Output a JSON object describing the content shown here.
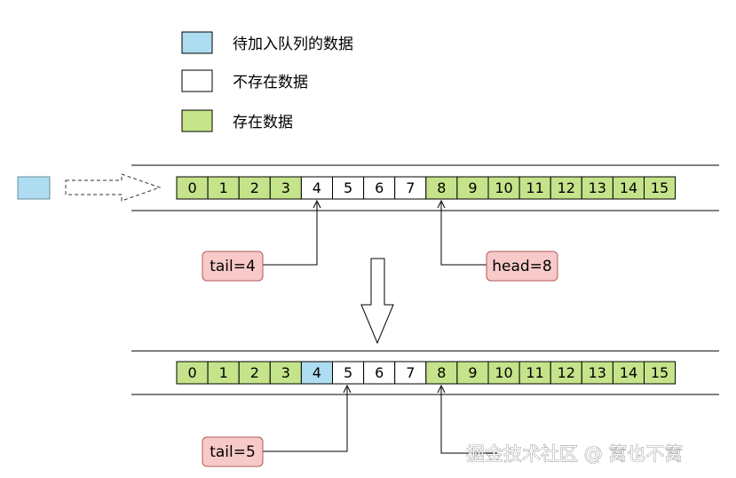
{
  "colors": {
    "pending": "#aedcf0",
    "empty": "#ffffff",
    "occupied": "#c5e38a",
    "pointer_fill": "#f8c9c9",
    "pointer_stroke": "#b05a5a"
  },
  "legend": [
    {
      "color": "pending",
      "label": "待加入队列的数据"
    },
    {
      "color": "empty",
      "label": "不存在数据"
    },
    {
      "color": "occupied",
      "label": "存在数据"
    }
  ],
  "queues": [
    {
      "cells": [
        "0",
        "1",
        "2",
        "3",
        "4",
        "5",
        "6",
        "7",
        "8",
        "9",
        "10",
        "11",
        "12",
        "13",
        "14",
        "15"
      ],
      "states": [
        "occupied",
        "occupied",
        "occupied",
        "occupied",
        "empty",
        "empty",
        "empty",
        "empty",
        "occupied",
        "occupied",
        "occupied",
        "occupied",
        "occupied",
        "occupied",
        "occupied",
        "occupied"
      ],
      "tail_label": "tail=4",
      "head_label": "head=8"
    },
    {
      "cells": [
        "0",
        "1",
        "2",
        "3",
        "4",
        "5",
        "6",
        "7",
        "8",
        "9",
        "10",
        "11",
        "12",
        "13",
        "14",
        "15"
      ],
      "states": [
        "occupied",
        "occupied",
        "occupied",
        "occupied",
        "pending",
        "empty",
        "empty",
        "empty",
        "occupied",
        "occupied",
        "occupied",
        "occupied",
        "occupied",
        "occupied",
        "occupied",
        "occupied"
      ],
      "tail_label": "tail=5",
      "head_label": ""
    }
  ],
  "watermark": "掘金技术社区 @ 篱也不篱"
}
